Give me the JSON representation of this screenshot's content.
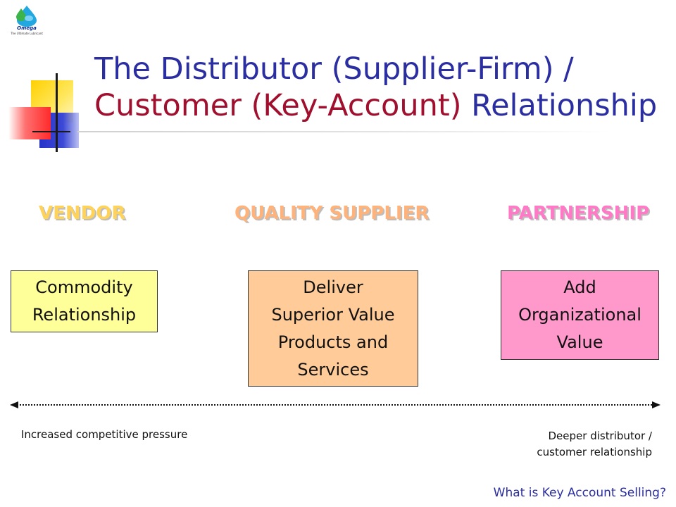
{
  "logo": {
    "brand": "Omega",
    "tagline": "The Ultimate Lubricant",
    "icon": "drops-icon"
  },
  "title": {
    "line1": "The Distributor (Supplier-Firm) /",
    "line2_accent": "Customer (Key-Account)",
    "line2_rest": " Relationship"
  },
  "stages": [
    {
      "label": "VENDOR",
      "color": "#ffd25a",
      "box_lines": [
        "Commodity",
        "Relationship"
      ],
      "box_color": "#ffff99"
    },
    {
      "label": "QUALITY SUPPLIER",
      "color": "#ffb37a",
      "box_lines": [
        "Deliver",
        "Superior Value",
        "Products and",
        "Services"
      ],
      "box_color": "#ffcc99"
    },
    {
      "label": "PARTNERSHIP",
      "color": "#ff79c6",
      "box_lines": [
        "Add",
        "Organizational",
        "Value"
      ],
      "box_color": "#ff99cc"
    }
  ],
  "axis": {
    "left_label": "Increased competitive pressure",
    "right_label_lines": [
      "Deeper distributor /",
      "customer relationship"
    ],
    "style": "dotted double-headed arrow"
  },
  "footer": "What is Key Account Selling?",
  "colors": {
    "title": "#2a2ea0",
    "title_accent": "#a0102e"
  }
}
